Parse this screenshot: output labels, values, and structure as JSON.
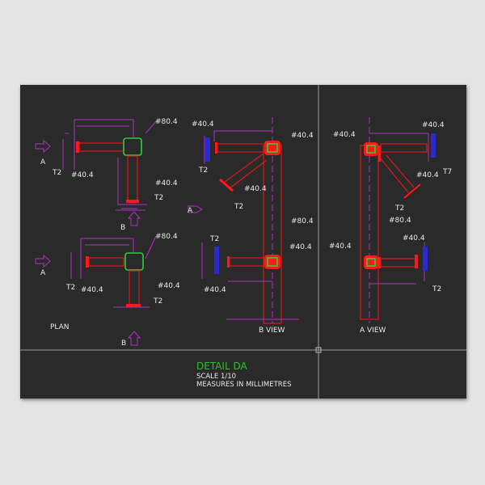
{
  "drawing": {
    "title": "DETAIL DA",
    "scale": "SCALE 1/10",
    "units": "MEASURES IN MILLIMETRES"
  },
  "plan": {
    "label": "PLAN",
    "top": {
      "section_a": "A",
      "section_b": "B",
      "column": "#80.4",
      "beam_h": "#40.4",
      "beam_v": "#40.4",
      "plate_1": "T2",
      "plate_2": "T2"
    },
    "bottom": {
      "section_a": "A",
      "section_b": "B",
      "column": "#80.4",
      "beam_h": "#40.4",
      "beam_v": "#40.4",
      "plate_1": "T2",
      "plate_2": "T2"
    }
  },
  "b_view": {
    "label": "B VIEW",
    "section_a": "A",
    "labels": {
      "top_beam": "#40.4",
      "top_node": "#40.4",
      "plate_top": "T2",
      "diag_beam": "#40.4",
      "plate_diag": "T2",
      "column": "#80.4",
      "bottom_node": "#40.4",
      "plate_bottom": "T2",
      "bottom_beam": "#40.4"
    }
  },
  "a_view": {
    "label": "A VIEW",
    "labels": {
      "top_node": "#40.4",
      "top_beam": "#40.4",
      "plate_top": "T7",
      "diag_beam": "#40.4",
      "plate_diag": "T2",
      "column": "#80.4",
      "bottom_node": "#40.4",
      "bottom_beam": "#40.4",
      "plate_bottom": "T2"
    }
  },
  "colors": {
    "sheet": "#2a2a2a",
    "steel": "#e01818",
    "dimension": "#b030c0",
    "node": "#2ecc40",
    "title": "#2fbf2f"
  }
}
